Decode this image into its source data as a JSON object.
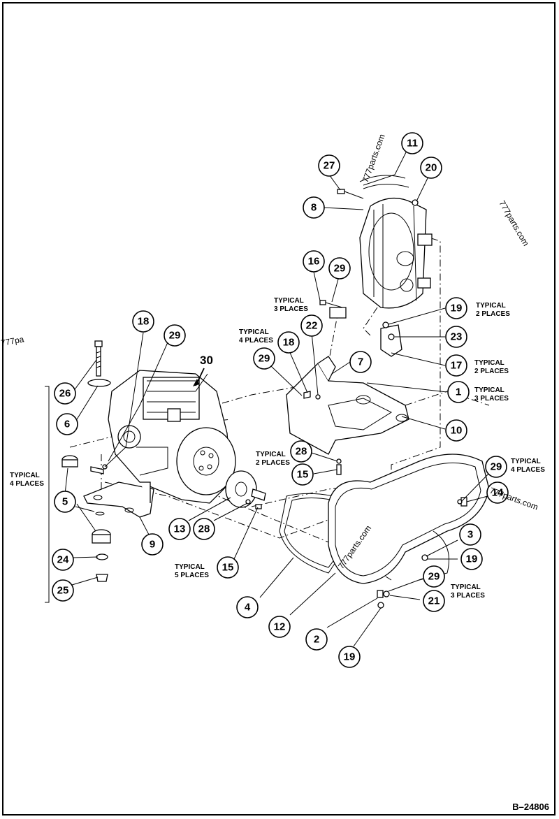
{
  "drawing_number": "B–24806",
  "bold_label": "30",
  "balloons": [
    {
      "id": "b27",
      "num": "27"
    },
    {
      "id": "b11",
      "num": "11"
    },
    {
      "id": "b20",
      "num": "20"
    },
    {
      "id": "b8",
      "num": "8"
    },
    {
      "id": "b16",
      "num": "16"
    },
    {
      "id": "b29a",
      "num": "29"
    },
    {
      "id": "b19a",
      "num": "19"
    },
    {
      "id": "b23",
      "num": "23"
    },
    {
      "id": "b17",
      "num": "17"
    },
    {
      "id": "b22",
      "num": "22"
    },
    {
      "id": "b18a",
      "num": "18"
    },
    {
      "id": "b29b",
      "num": "29"
    },
    {
      "id": "b7",
      "num": "7"
    },
    {
      "id": "b1",
      "num": "1"
    },
    {
      "id": "b10",
      "num": "10"
    },
    {
      "id": "b18b",
      "num": "18"
    },
    {
      "id": "b29c",
      "num": "29"
    },
    {
      "id": "b26",
      "num": "26"
    },
    {
      "id": "b6",
      "num": "6"
    },
    {
      "id": "b5",
      "num": "5"
    },
    {
      "id": "b9",
      "num": "9"
    },
    {
      "id": "b24",
      "num": "24"
    },
    {
      "id": "b25",
      "num": "25"
    },
    {
      "id": "b13",
      "num": "13"
    },
    {
      "id": "b28a",
      "num": "28"
    },
    {
      "id": "b15a",
      "num": "15"
    },
    {
      "id": "b28b",
      "num": "28"
    },
    {
      "id": "b15b",
      "num": "15"
    },
    {
      "id": "b29d",
      "num": "29"
    },
    {
      "id": "b14",
      "num": "14"
    },
    {
      "id": "b3",
      "num": "3"
    },
    {
      "id": "b19b",
      "num": "19"
    },
    {
      "id": "b29e",
      "num": "29"
    },
    {
      "id": "b21",
      "num": "21"
    },
    {
      "id": "b4",
      "num": "4"
    },
    {
      "id": "b12",
      "num": "12"
    },
    {
      "id": "b2",
      "num": "2"
    },
    {
      "id": "b19c",
      "num": "19"
    }
  ],
  "notes": [
    {
      "id": "n1",
      "l1": "TYPICAL",
      "l2": "3 PLACES"
    },
    {
      "id": "n2",
      "l1": "TYPICAL",
      "l2": "2 PLACES"
    },
    {
      "id": "n3",
      "l1": "TYPICAL",
      "l2": "2 PLACES"
    },
    {
      "id": "n4",
      "l1": "TYPICAL",
      "l2": "4 PLACES"
    },
    {
      "id": "n5",
      "l1": "TYPICAL",
      "l2": "3 PLACES"
    },
    {
      "id": "n6",
      "l1": "TYPICAL",
      "l2": "4 PLACES"
    },
    {
      "id": "n7",
      "l1": "TYPICAL",
      "l2": "2 PLACES"
    },
    {
      "id": "n8",
      "l1": "TYPICAL",
      "l2": "4 PLACES"
    },
    {
      "id": "n9",
      "l1": "TYPICAL",
      "l2": "5 PLACES"
    },
    {
      "id": "n10",
      "l1": "TYPICAL",
      "l2": "3 PLACES"
    }
  ],
  "watermarks": [
    "777parts.com",
    "777parts.com",
    "777parts.com",
    "777parts.com",
    "777pa"
  ]
}
